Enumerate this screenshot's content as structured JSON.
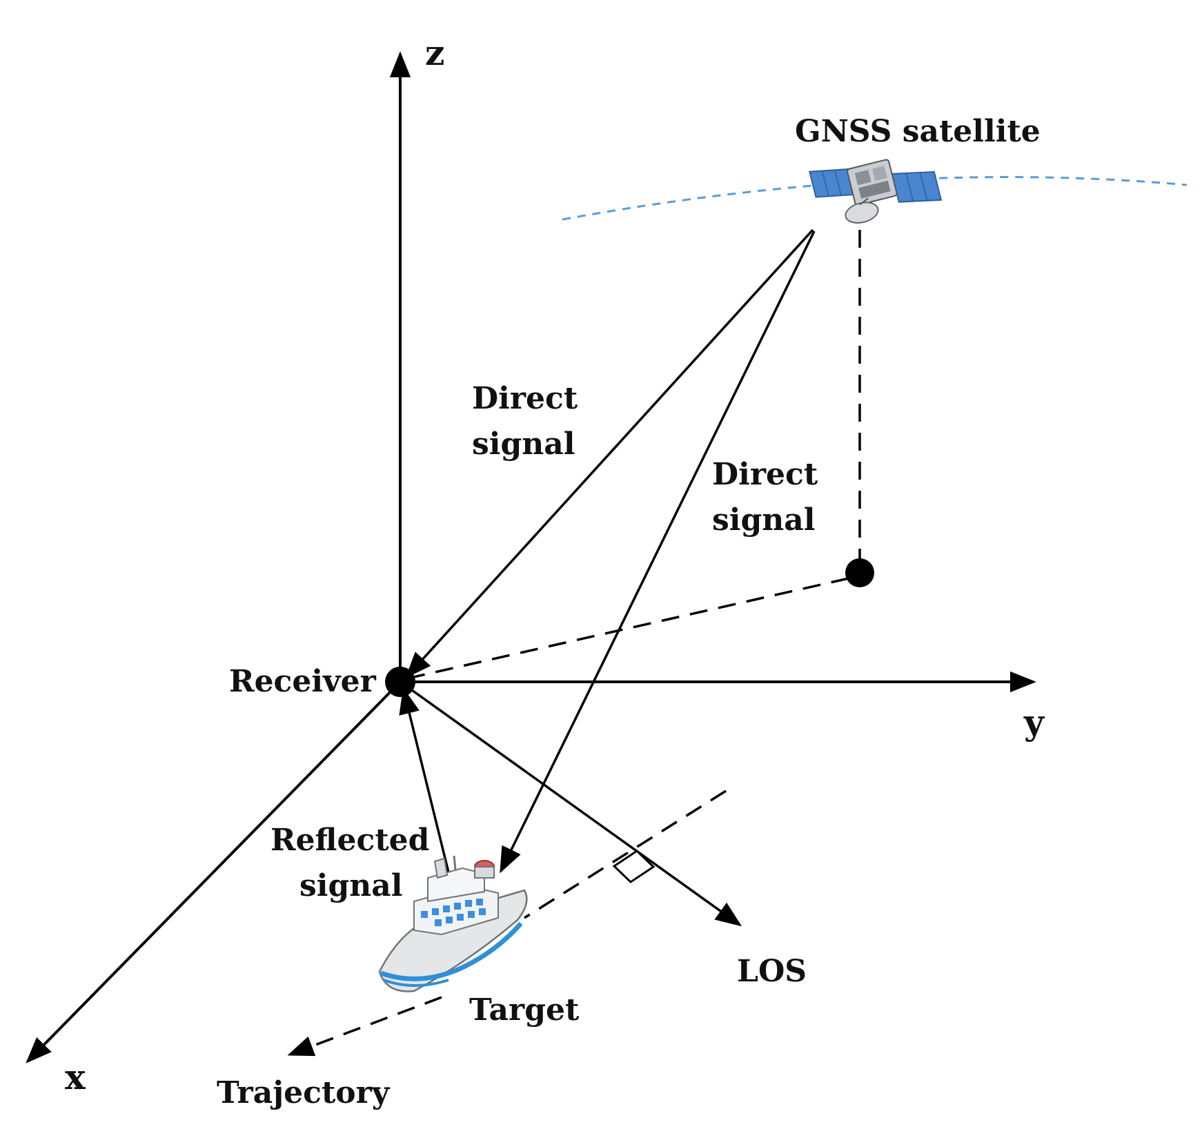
{
  "axes": {
    "x": "x",
    "y": "y",
    "z": "z"
  },
  "labels": {
    "satellite": "GNSS satellite",
    "direct_signal_1": [
      "Direct",
      "signal"
    ],
    "direct_signal_2": [
      "Direct",
      "signal"
    ],
    "reflected_signal": [
      "Reflected",
      "signal"
    ],
    "receiver": "Receiver",
    "target": "Target",
    "los": "LOS",
    "trajectory": "Trajectory"
  },
  "colors": {
    "line": "#000000",
    "orbit": "#5b9bd5",
    "solar_panel": "#4a86d0",
    "ship_hull_stripe": "#2f8fd8",
    "ship_window": "#3a8fe0"
  },
  "icons": {
    "satellite": "satellite-icon",
    "ship": "ship-icon"
  }
}
